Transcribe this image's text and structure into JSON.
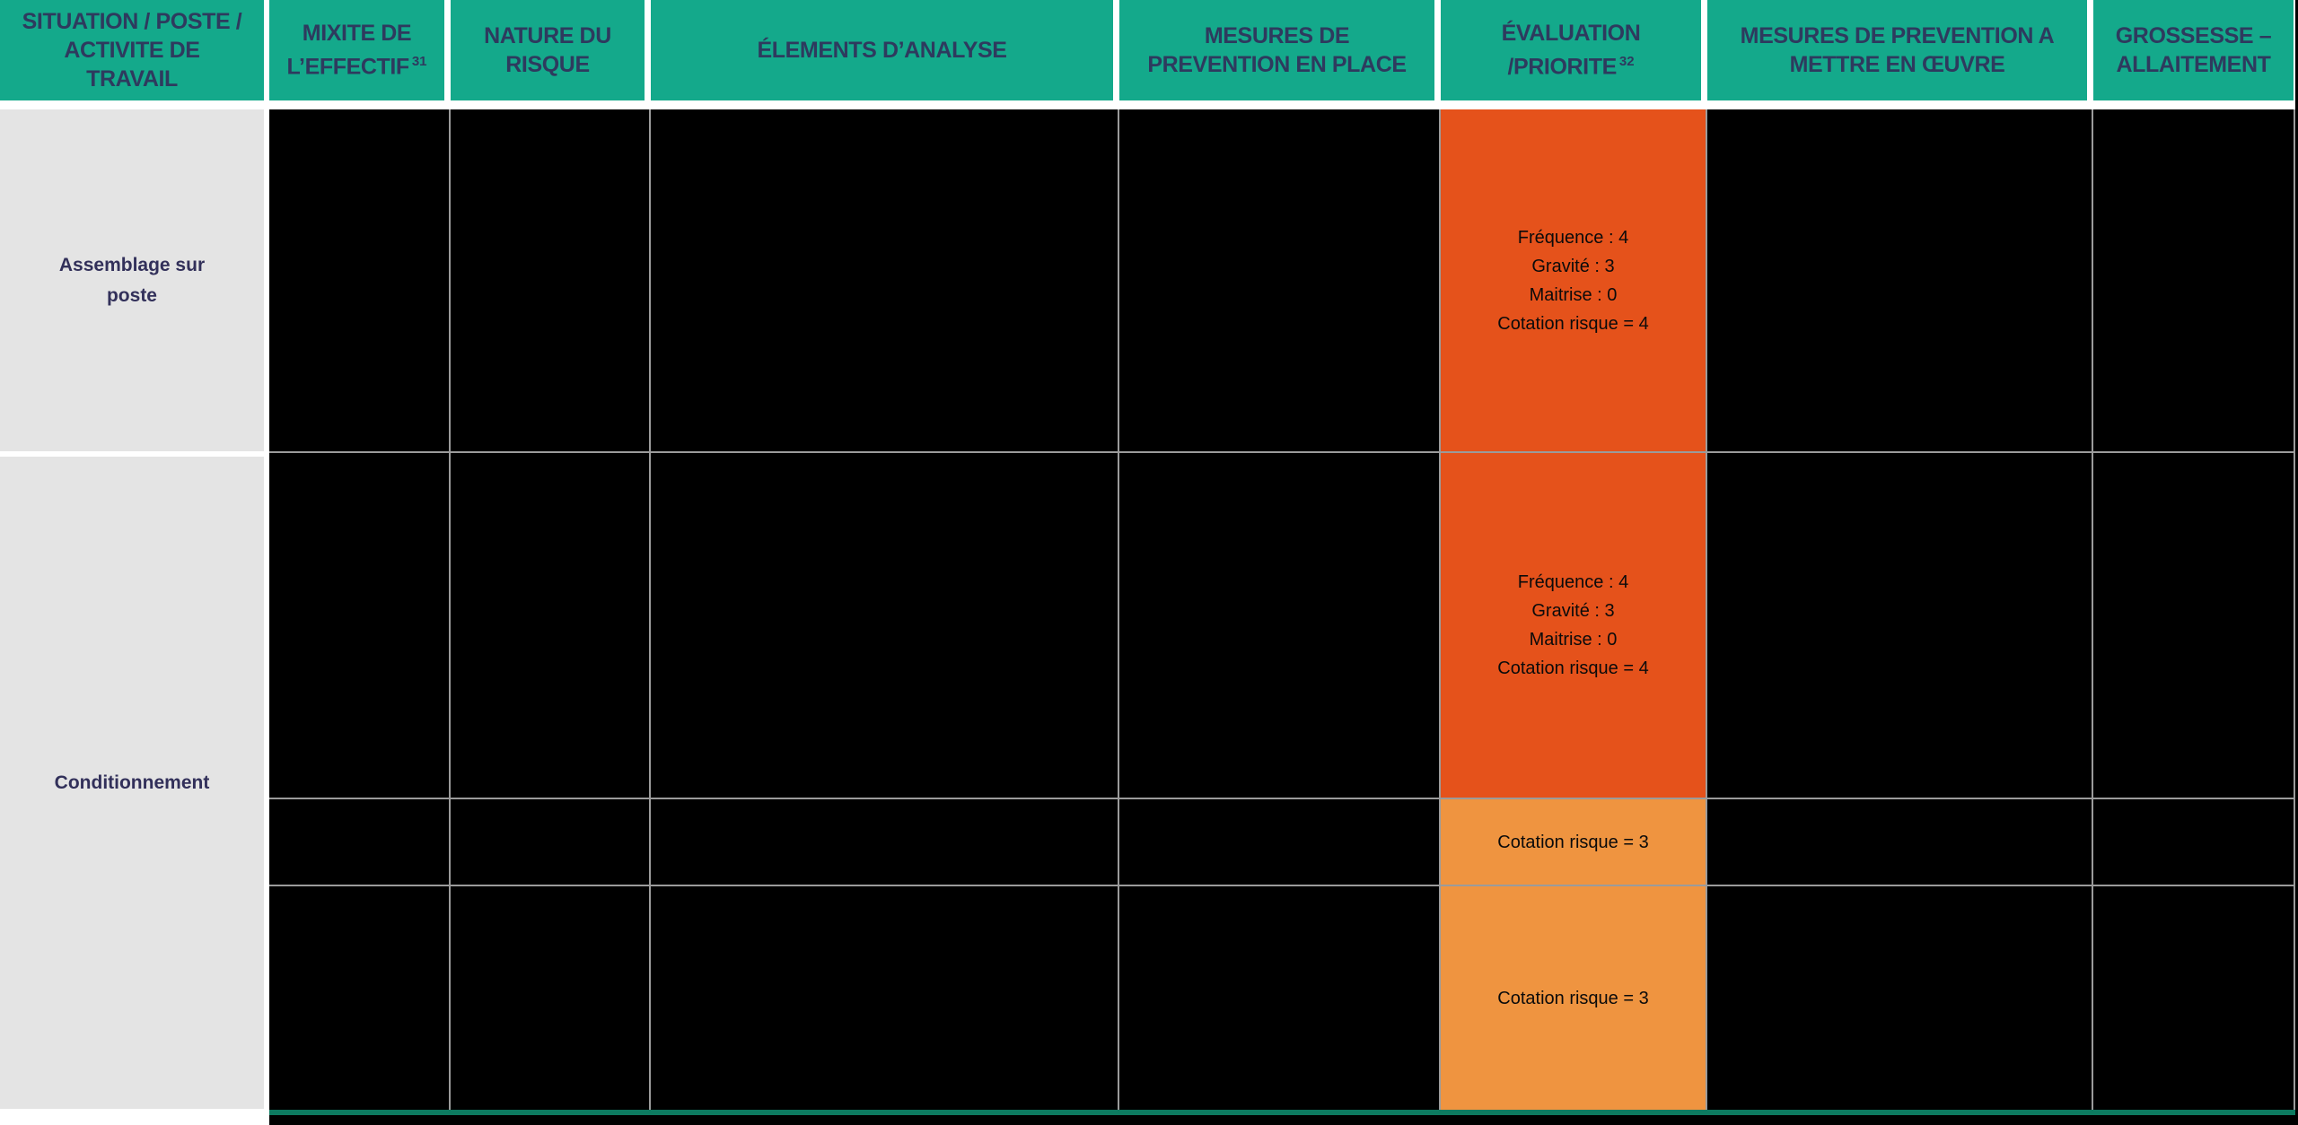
{
  "table": {
    "headers": [
      {
        "label": "SITUATION / POSTE / ACTIVITE DE TRAVAIL",
        "sup": ""
      },
      {
        "label": "MIXITE DE L’EFFECTIF",
        "sup": "31"
      },
      {
        "label": "NATURE DU RISQUE",
        "sup": ""
      },
      {
        "label": "ÉLEMENTS D’ANALYSE",
        "sup": ""
      },
      {
        "label": "MESURES DE PREVENTION EN PLACE",
        "sup": ""
      },
      {
        "label": "ÉVALUATION /PRIORITE",
        "sup": "32"
      },
      {
        "label": "MESURES DE PREVENTION A METTRE EN ŒUVRE",
        "sup": ""
      },
      {
        "label": "GROSSESSE – ALLAITEMENT",
        "sup": ""
      }
    ],
    "situations": [
      {
        "label": "Assemblage sur poste"
      },
      {
        "label": "Conditionnement"
      }
    ],
    "evaluation_cells": [
      {
        "level": "high",
        "lines": [
          "Fréquence : 4",
          "Gravité : 3",
          "Maitrise : 0",
          "Cotation risque = 4"
        ]
      },
      {
        "level": "high",
        "lines": [
          "Fréquence : 4",
          "Gravité : 3",
          "Maitrise : 0",
          "Cotation risque = 4"
        ]
      },
      {
        "level": "medium",
        "lines": [
          "Cotation risque = 3"
        ]
      },
      {
        "level": "medium",
        "lines": [
          "Cotation risque = 3"
        ]
      }
    ],
    "colors": {
      "header_teal": "#14A98B",
      "header_text_navy": "#2E3A5E",
      "situation_bg_gray": "#E4E4E4",
      "risk_high_orange": "#E5521B",
      "risk_medium_orange": "#EF9440",
      "grid_line_gray": "#9B9B9B",
      "bottom_rule_teal": "#0D7A60",
      "redacted_black": "#000000"
    }
  }
}
